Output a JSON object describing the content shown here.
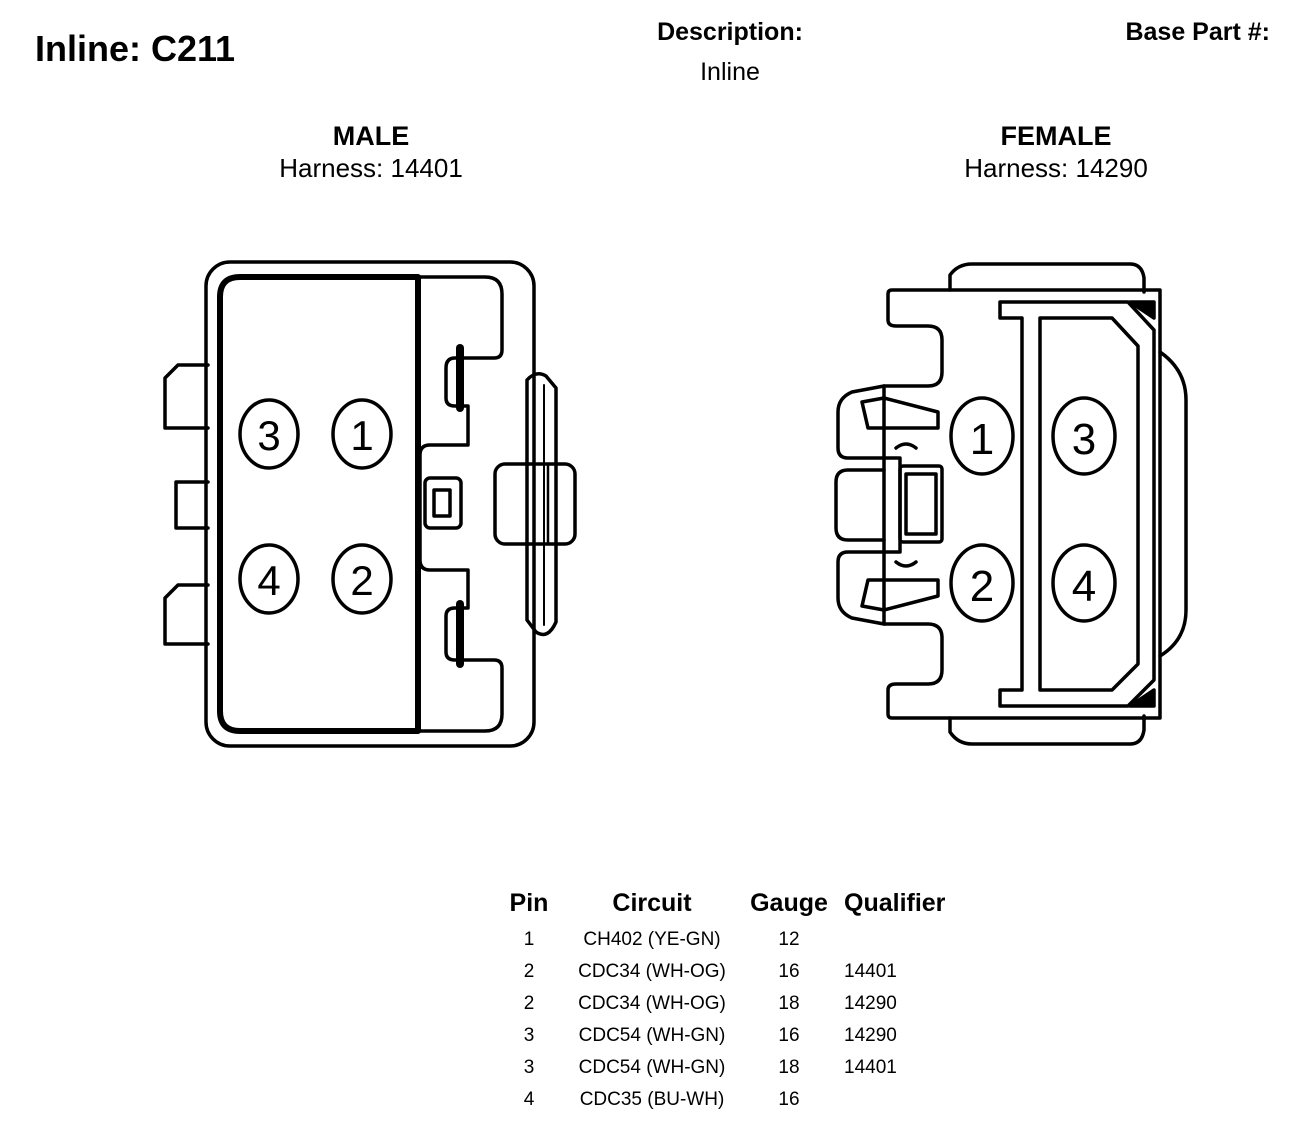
{
  "header": {
    "title": "Inline: C211",
    "description_label": "Description:",
    "description_value": "Inline",
    "base_part_label": "Base Part #:"
  },
  "male": {
    "title": "MALE",
    "harness": "Harness: 14401",
    "pins": [
      "3",
      "1",
      "4",
      "2"
    ]
  },
  "female": {
    "title": "FEMALE",
    "harness": "Harness: 14290",
    "pins": [
      "1",
      "3",
      "2",
      "4"
    ]
  },
  "table": {
    "headers": [
      "Pin",
      "Circuit",
      "Gauge",
      "Qualifier"
    ],
    "rows": [
      [
        "1",
        "CH402 (YE-GN)",
        "12",
        ""
      ],
      [
        "2",
        "CDC34 (WH-OG)",
        "16",
        "14401"
      ],
      [
        "2",
        "CDC34 (WH-OG)",
        "18",
        "14290"
      ],
      [
        "3",
        "CDC54 (WH-GN)",
        "16",
        "14290"
      ],
      [
        "3",
        "CDC54 (WH-GN)",
        "18",
        "14401"
      ],
      [
        "4",
        "CDC35 (BU-WH)",
        "16",
        ""
      ]
    ]
  }
}
